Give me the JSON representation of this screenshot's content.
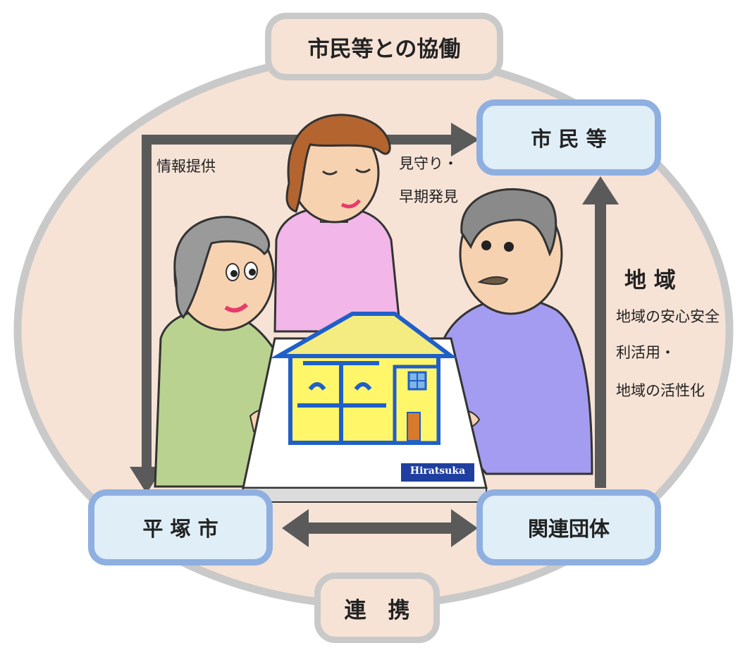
{
  "title": "市民等との協働",
  "nodes": {
    "citizens": "市 民 等",
    "city": "平 塚 市",
    "orgs": "関連団体"
  },
  "cooperation": "連　携",
  "labels": {
    "info": "情報提供",
    "watch1": "見守り・",
    "watch2": "早期発見",
    "region": "地 域",
    "region1": "地域の安心安全",
    "region2": "利活用・",
    "region3": "地域の活性化"
  },
  "house_sign": "Hiratsuka",
  "colors": {
    "oval_fill": "#f6e3d6",
    "oval_stroke": "#c9c9c9",
    "box_fill": "#dfeef7",
    "box_stroke": "#8eafe0",
    "arrow": "#5a5a5a"
  }
}
